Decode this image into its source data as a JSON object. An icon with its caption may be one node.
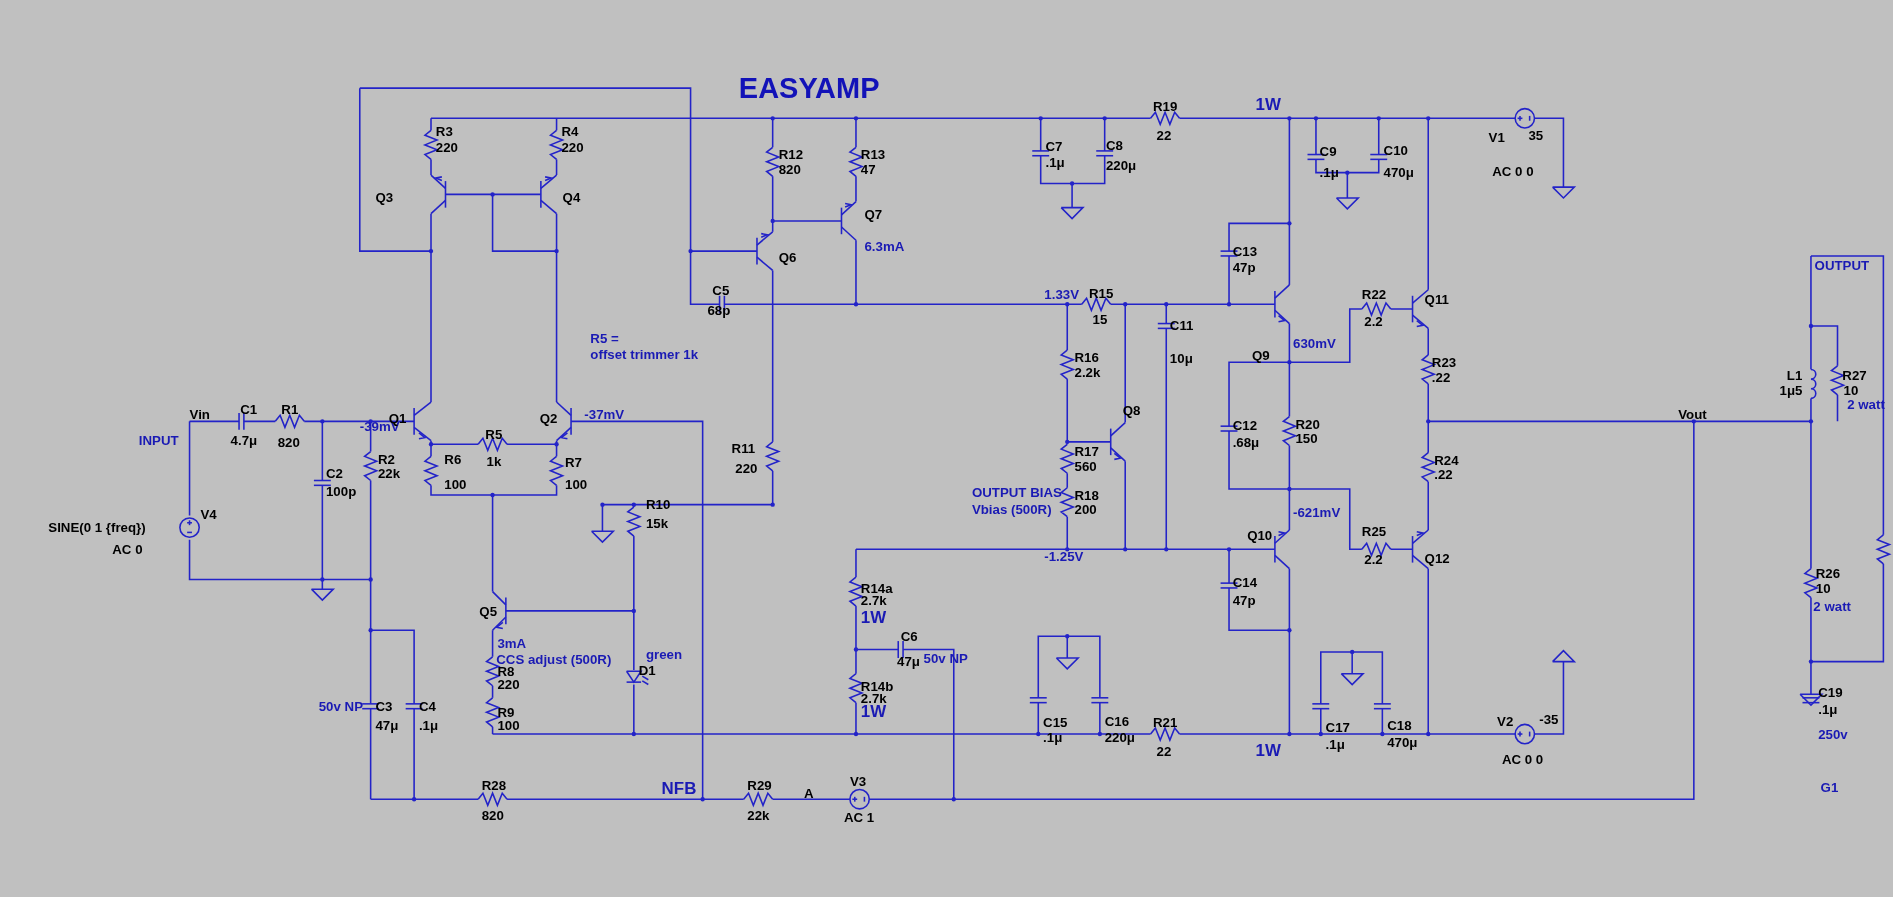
{
  "diagram": {
    "title": "EASYAMP",
    "labels": [
      "R3",
      "220",
      "R4",
      "220",
      "R19",
      "1W",
      "V1",
      "35",
      "R12",
      "820",
      "R13",
      "47",
      "C7",
      ".1μ",
      "C8",
      "220μ",
      "22",
      "C9",
      ".1μ",
      "C10",
      "470μ",
      "AC 0 0",
      "Q3",
      "Q4",
      "Q7",
      "6.3mA",
      "Q6",
      "C13",
      "47p",
      "OUTPUT",
      "C5",
      "68p",
      "1.33V",
      "R15",
      "15",
      "R22",
      "2.2",
      "Q11",
      "C11",
      "10μ",
      "R5 =",
      "offset trimmer 1k",
      "R16",
      "2.2k",
      "630mV",
      "Q9",
      "R23",
      ".22",
      "L1",
      "1μ5",
      "R27",
      "10",
      "2 watt",
      "Vin",
      "C1",
      "R1",
      "-39mV",
      "Q1",
      "Q2",
      "-37mV",
      "Vout",
      "Q8",
      "R20",
      "150",
      "C12",
      ".68μ",
      "R5",
      "INPUT",
      "4.7μ",
      "820",
      "R11",
      "220",
      "R17",
      "560",
      "R24",
      ".22",
      "R2",
      "22k",
      "R6",
      "1k",
      "R7",
      "C2",
      "100",
      "100",
      "100p",
      "SINE(0 1 {freq})",
      "V4",
      "R10",
      "OUTPUT BIAS",
      "R18",
      "15k",
      "Vbias (500R)",
      "200",
      "-621mV",
      "AC 0",
      "Q10",
      "R25",
      "-1.25V",
      "2.2",
      "Q12",
      "R26",
      "10",
      "C14",
      "47p",
      "R14a",
      "2.7k",
      "2 watt",
      "Q5",
      "1W",
      "C6",
      "50v NP",
      "47μ",
      "3mA",
      "CCS adjust (500R)",
      "green",
      "R8",
      "D1",
      "220",
      "R14b",
      "2.7k",
      "C19",
      "50v NP",
      "C3",
      "C4",
      ".1μ",
      "47μ",
      ".1μ",
      "R9",
      "100",
      "1W",
      "C15",
      ".1μ",
      "C16",
      "220μ",
      "R21",
      "C17",
      ".1μ",
      "C18",
      "470μ",
      "V2",
      "-35",
      "250v",
      "22",
      "1W",
      "AC 0 0",
      "R28",
      "NFB",
      "R29",
      "A",
      "V3",
      "G1",
      "820",
      "22k",
      "AC 1"
    ]
  }
}
